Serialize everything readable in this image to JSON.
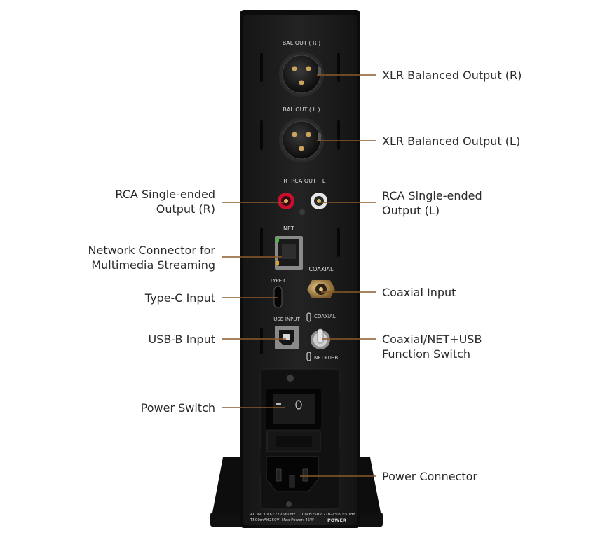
{
  "device": {
    "jacks": {
      "bal_out_r": "BAL OUT ( R )",
      "bal_out_l": "BAL OUT ( L )",
      "rca_r": "R",
      "rca_out": "RCA OUT",
      "rca_l": "L",
      "net": "NET",
      "coaxial": "COAXIAL",
      "type_c": "TYPE C",
      "usb_input": "USB INPUT",
      "switch_coaxial": "COAXIAL",
      "switch_net_usb": "NET+USB",
      "power": "POWER"
    },
    "ratings": {
      "line1": "AC IN: 100-127V~60Hz",
      "line2": "T500mAH250V",
      "line3": "T1AH250V 210-230V~50Hz",
      "line4": "Max Power: 45W"
    }
  },
  "callouts": {
    "xlr_r": "XLR Balanced Output (R)",
    "xlr_l": "XLR Balanced Output (L)",
    "rca_r": "RCA Single-ended\nOutput (R)",
    "rca_l": "RCA Single-ended\nOutput (L)",
    "network": "Network Connector for\nMultimedia Streaming",
    "coaxial": "Coaxial Input",
    "type_c": "Type-C Input",
    "usb_b": "USB-B Input",
    "function_switch": "Coaxial/NET+USB\nFunction Switch",
    "power_switch": "Power Switch",
    "power_connector": "Power Connector"
  },
  "colors": {
    "chassis": "#1c1c1c",
    "leader_line": "#8c5a2b",
    "rca_red": "#c8102e",
    "coax_gold": "#b08a4a",
    "text": "#2a2a2a"
  }
}
